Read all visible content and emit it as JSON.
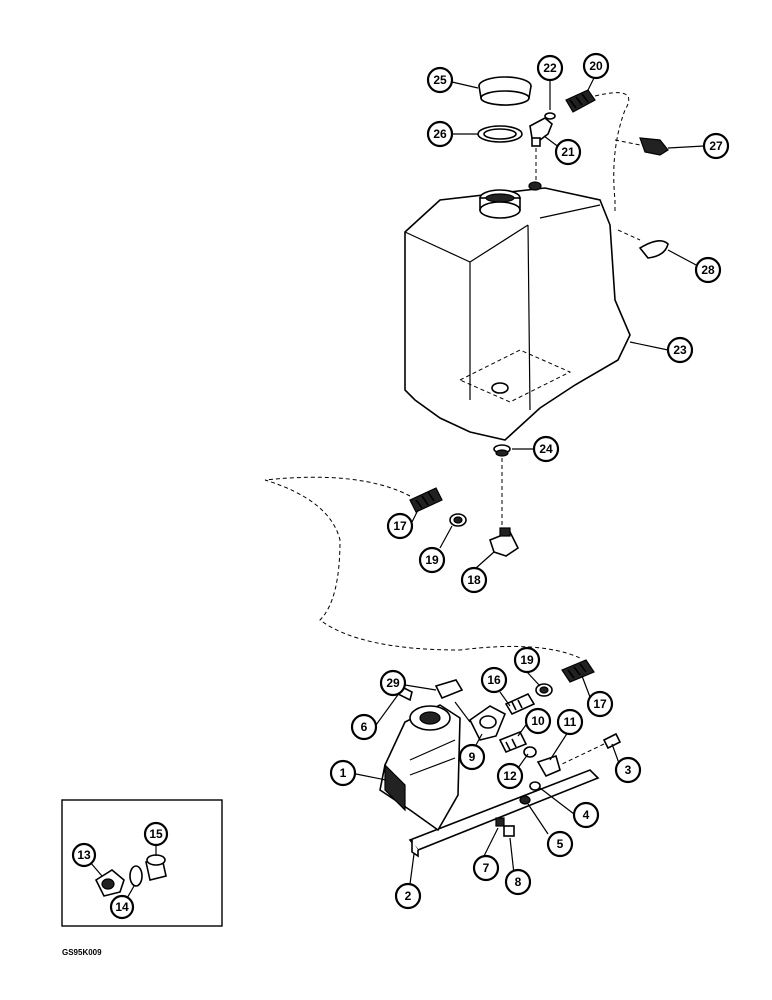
{
  "figure_code": "GS95K009",
  "callouts": [
    {
      "id": "c25",
      "label": "25"
    },
    {
      "id": "c22",
      "label": "22"
    },
    {
      "id": "c20",
      "label": "20"
    },
    {
      "id": "c26",
      "label": "26"
    },
    {
      "id": "c21",
      "label": "21"
    },
    {
      "id": "c27",
      "label": "27"
    },
    {
      "id": "c28",
      "label": "28"
    },
    {
      "id": "c23",
      "label": "23"
    },
    {
      "id": "c24",
      "label": "24"
    },
    {
      "id": "c17a",
      "label": "17"
    },
    {
      "id": "c19a",
      "label": "19"
    },
    {
      "id": "c18",
      "label": "18"
    },
    {
      "id": "c29",
      "label": "29"
    },
    {
      "id": "c16",
      "label": "16"
    },
    {
      "id": "c19b",
      "label": "19"
    },
    {
      "id": "c17b",
      "label": "17"
    },
    {
      "id": "c6",
      "label": "6"
    },
    {
      "id": "c10",
      "label": "10"
    },
    {
      "id": "c11",
      "label": "11"
    },
    {
      "id": "c9",
      "label": "9"
    },
    {
      "id": "c12",
      "label": "12"
    },
    {
      "id": "c3",
      "label": "3"
    },
    {
      "id": "c1",
      "label": "1"
    },
    {
      "id": "c4",
      "label": "4"
    },
    {
      "id": "c5",
      "label": "5"
    },
    {
      "id": "c7",
      "label": "7"
    },
    {
      "id": "c8",
      "label": "8"
    },
    {
      "id": "c2",
      "label": "2"
    },
    {
      "id": "c13",
      "label": "13"
    },
    {
      "id": "c15",
      "label": "15"
    },
    {
      "id": "c14",
      "label": "14"
    }
  ]
}
